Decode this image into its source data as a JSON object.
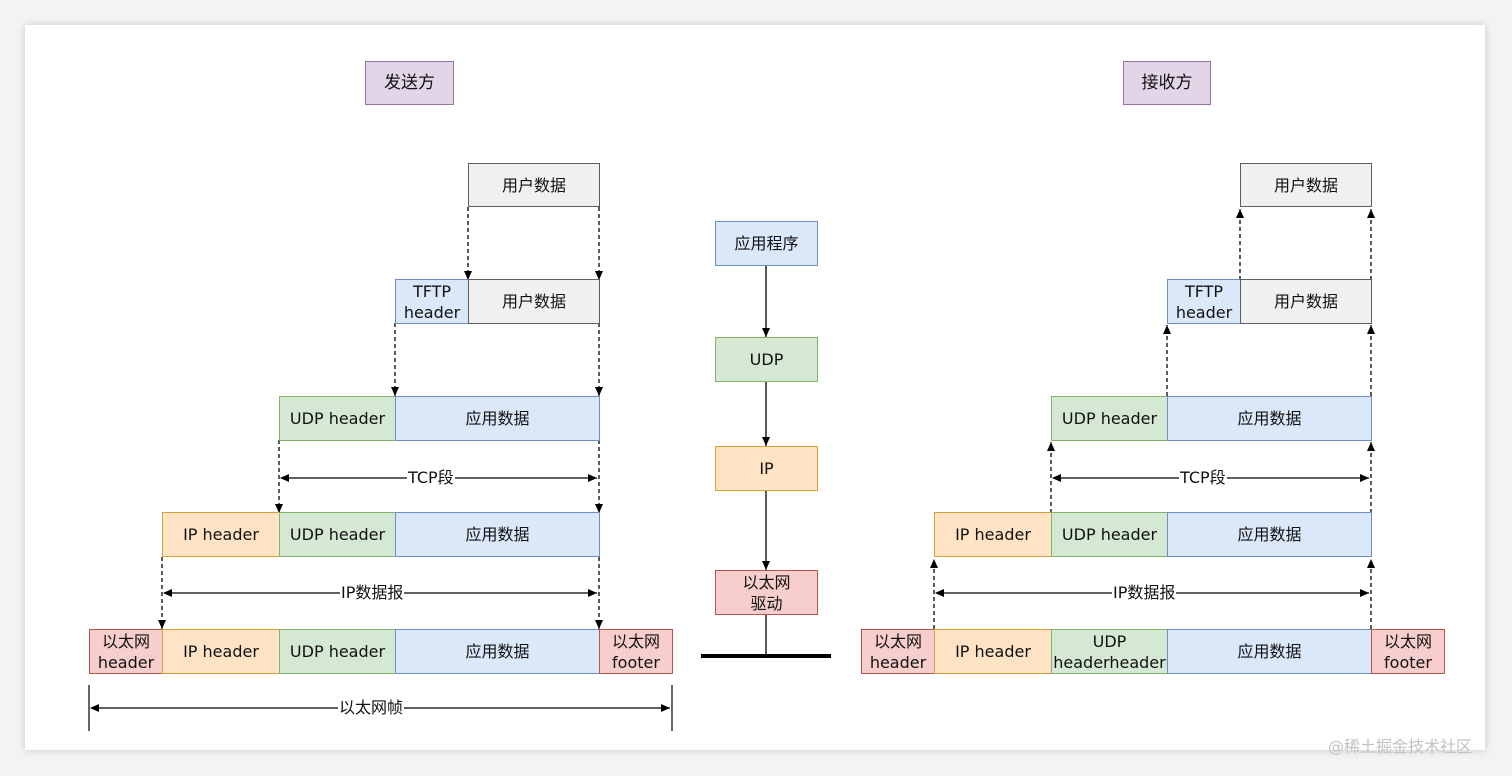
{
  "sender": {
    "title": "发送方",
    "user_data": "用户数据",
    "tftp_header": "TFTP\nheader",
    "tftp_payload": "用户数据",
    "udp_header": "UDP header",
    "app_data": "应用数据",
    "tcp_segment": "TCP段",
    "ip_header": "IP header",
    "ip_row_udp_header": "UDP header",
    "ip_row_app_data": "应用数据",
    "ip_datagram": "IP数据报",
    "eth_header": "以太网\nheader",
    "eth_row_ip_header": "IP header",
    "eth_row_udp_header": "UDP header",
    "eth_row_app_data": "应用数据",
    "eth_footer": "以太网\nfooter",
    "eth_frame": "以太网帧"
  },
  "stack": {
    "application": "应用程序",
    "udp": "UDP",
    "ip": "IP",
    "driver": "以太网\n驱动"
  },
  "receiver": {
    "title": "接收方",
    "user_data": "用户数据",
    "tftp_header": "TFTP\nheader",
    "tftp_payload": "用户数据",
    "udp_header": "UDP header",
    "app_data": "应用数据",
    "tcp_segment": "TCP段",
    "ip_header": "IP header",
    "ip_row_udp_header": "UDP header",
    "ip_row_app_data": "应用数据",
    "ip_datagram": "IP数据报",
    "eth_header": "以太网\nheader",
    "eth_row_ip_header": "IP header",
    "eth_row_udp_header": "UDP\nheaderheader",
    "eth_row_app_data": "应用数据",
    "eth_footer": "以太网\nfooter"
  },
  "watermark": "@稀土掘金技术社区",
  "colors": {
    "gray": "#f0f0f0",
    "blue": "#dbe8fa",
    "green": "#d5e8d4",
    "orange": "#ffe3c4",
    "red": "#f8cecc",
    "purple": "#e1d5e7"
  }
}
